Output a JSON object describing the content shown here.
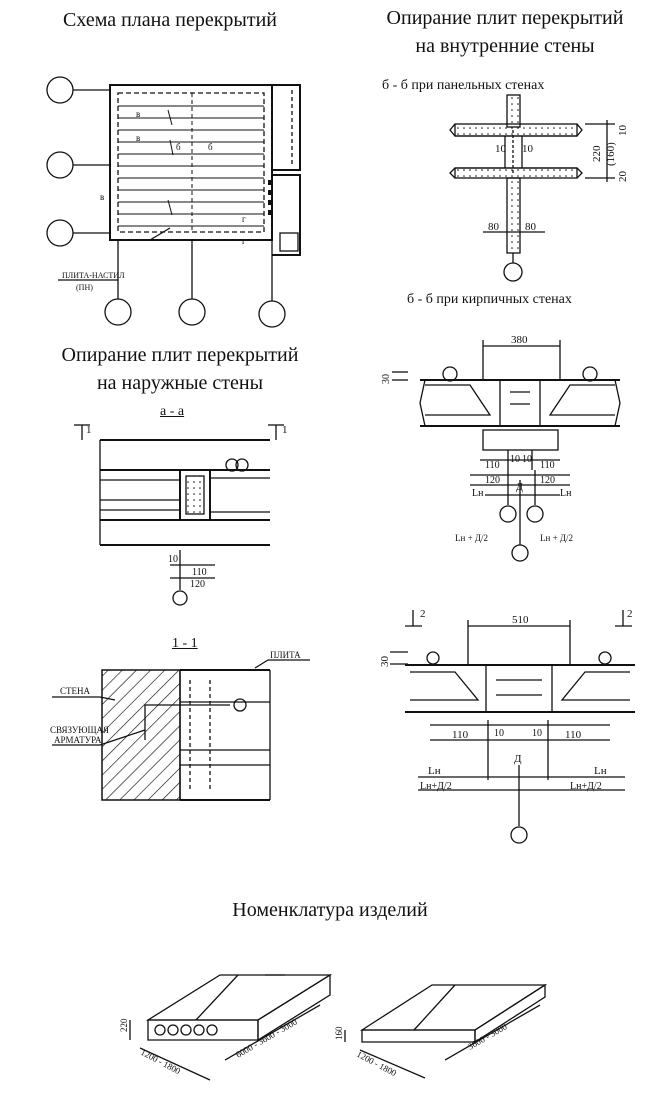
{
  "titles": {
    "plan": "Схема плана перекрытий",
    "inner_line1": "Опирание плит перекрытий",
    "inner_line2": "на внутренние стены",
    "outer_line1": "Опирание плит перекрытий",
    "outer_line2": "на наружные стены",
    "nomenclature": "Номенклатура изделий"
  },
  "sections": {
    "bb_panel": "б - б  при панельных стенах",
    "bb_brick": "б - б  при кирпичных стенах",
    "aa": "а - а",
    "one_one": "1 - 1"
  },
  "plan": {
    "slab_label_1": "ПЛИТА-НАСТИЛ",
    "slab_label_2": "(ПН)",
    "marks": [
      "в",
      "в",
      "в",
      "б",
      "б",
      "г",
      "г"
    ]
  },
  "panel_detail": {
    "d10a": "10",
    "d10b": "10",
    "d220": "220",
    "d160": "(160)",
    "d10top": "10",
    "d20": "20",
    "d80a": "80",
    "d80b": "80"
  },
  "brick_detail_1": {
    "d380": "380",
    "d30": "30",
    "d110a": "110",
    "d110b": "110",
    "d10a": "10",
    "d10b": "10",
    "d120a": "120",
    "d120b": "120",
    "ln_a": "Lн",
    "ln_b": "Lн",
    "d_mark": "Д",
    "ln_d2_a": "Lн + Д/2",
    "ln_d2_b": "Lн + Д/2"
  },
  "brick_detail_2": {
    "section_mark_a": "2",
    "section_mark_b": "2",
    "d510": "510",
    "d30": "30",
    "d110a": "110",
    "d110b": "110",
    "d10a": "10",
    "d10b": "10",
    "ln_a": "Lн",
    "ln_b": "Lн",
    "d_mark": "Д",
    "ln_d2_a": "Lн+Д/2",
    "ln_d2_b": "Lн+Д/2"
  },
  "aa_detail": {
    "section_mark_a": "1",
    "section_mark_b": "1",
    "d10": "10",
    "d110": "110",
    "d120": "120"
  },
  "one_one_detail": {
    "plate": "ПЛИТА",
    "wall": "СТЕНА",
    "rebar_1": "СВЯЗУЮЩАЯ",
    "rebar_2": "АРМАТУРА"
  },
  "nomenclature": {
    "hollow_h": "220",
    "hollow_w": "1200 - 1800",
    "hollow_l": "6000 - 3600 - 3000",
    "solid_h": "160",
    "solid_w": "1200 - 1800",
    "solid_l": "3600 - 3000"
  }
}
